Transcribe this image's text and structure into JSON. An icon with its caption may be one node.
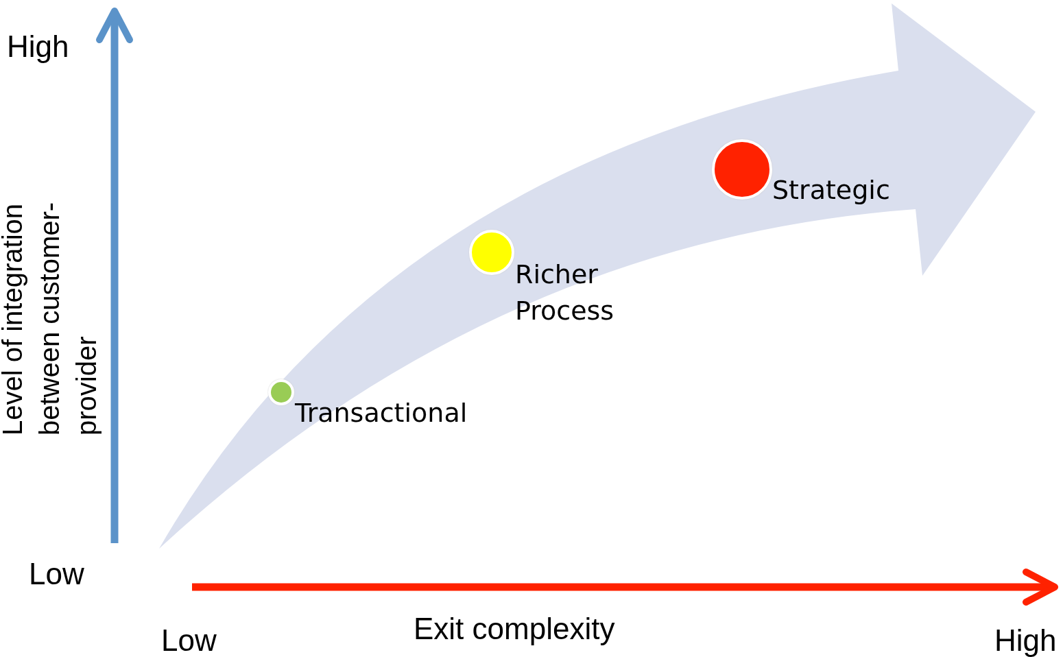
{
  "diagram": {
    "nodes": [
      {
        "text": [],
        "shape": "circle",
        "beside": [
          "Transactional"
        ]
      },
      {
        "text": [],
        "shape": "circle",
        "beside": [
          "Richer Process"
        ]
      },
      {
        "text": [],
        "shape": "circle",
        "beside": [
          "Strategic"
        ]
      }
    ],
    "labels": [
      "High",
      "Level of integration between customer-provider",
      "Low",
      "Low",
      "Exit complexity",
      "High"
    ]
  }
}
